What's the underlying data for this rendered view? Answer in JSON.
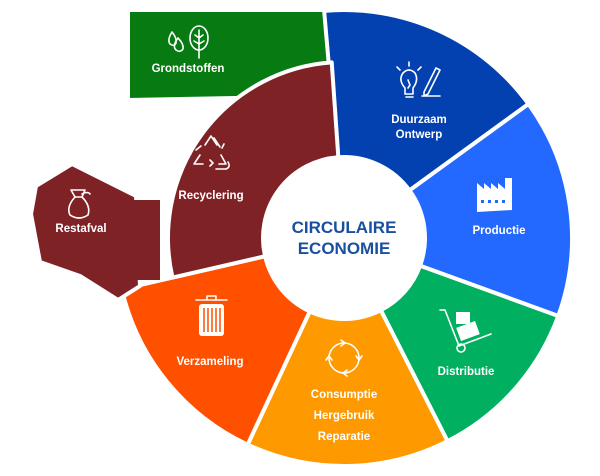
{
  "center": {
    "line1": "CIRCULAIRE",
    "line2": "ECONOMIE",
    "color": "#1a4f9f"
  },
  "segments": {
    "grondstoffen": {
      "label": "Grondstoffen",
      "color": "#077a12",
      "icon": "water-drops-tree-icon"
    },
    "duurzaam_ontwerp": {
      "line1": "Duurzaam",
      "line2": "Ontwerp",
      "color": "#0340b0",
      "icon": "lightbulb-pencil-icon"
    },
    "productie": {
      "label": "Productie",
      "color": "#2469ff",
      "icon": "factory-icon"
    },
    "distributie": {
      "label": "Distributie",
      "color": "#00b060",
      "icon": "hand-truck-icon"
    },
    "consumptie": {
      "line1": "Consumptie",
      "line2": "Hergebruik",
      "line3": "Reparatie",
      "color": "#ff9900",
      "icon": "cycle-arrows-icon"
    },
    "verzameling": {
      "label": "Verzameling",
      "color": "#ff5000",
      "icon": "trash-can-icon"
    },
    "recyclering": {
      "label": "Recyclering",
      "color": "#7f2226",
      "icon": "recycle-icon"
    },
    "restafval": {
      "label": "Restafval",
      "color": "#7f2226",
      "icon": "garbage-bag-icon"
    }
  }
}
